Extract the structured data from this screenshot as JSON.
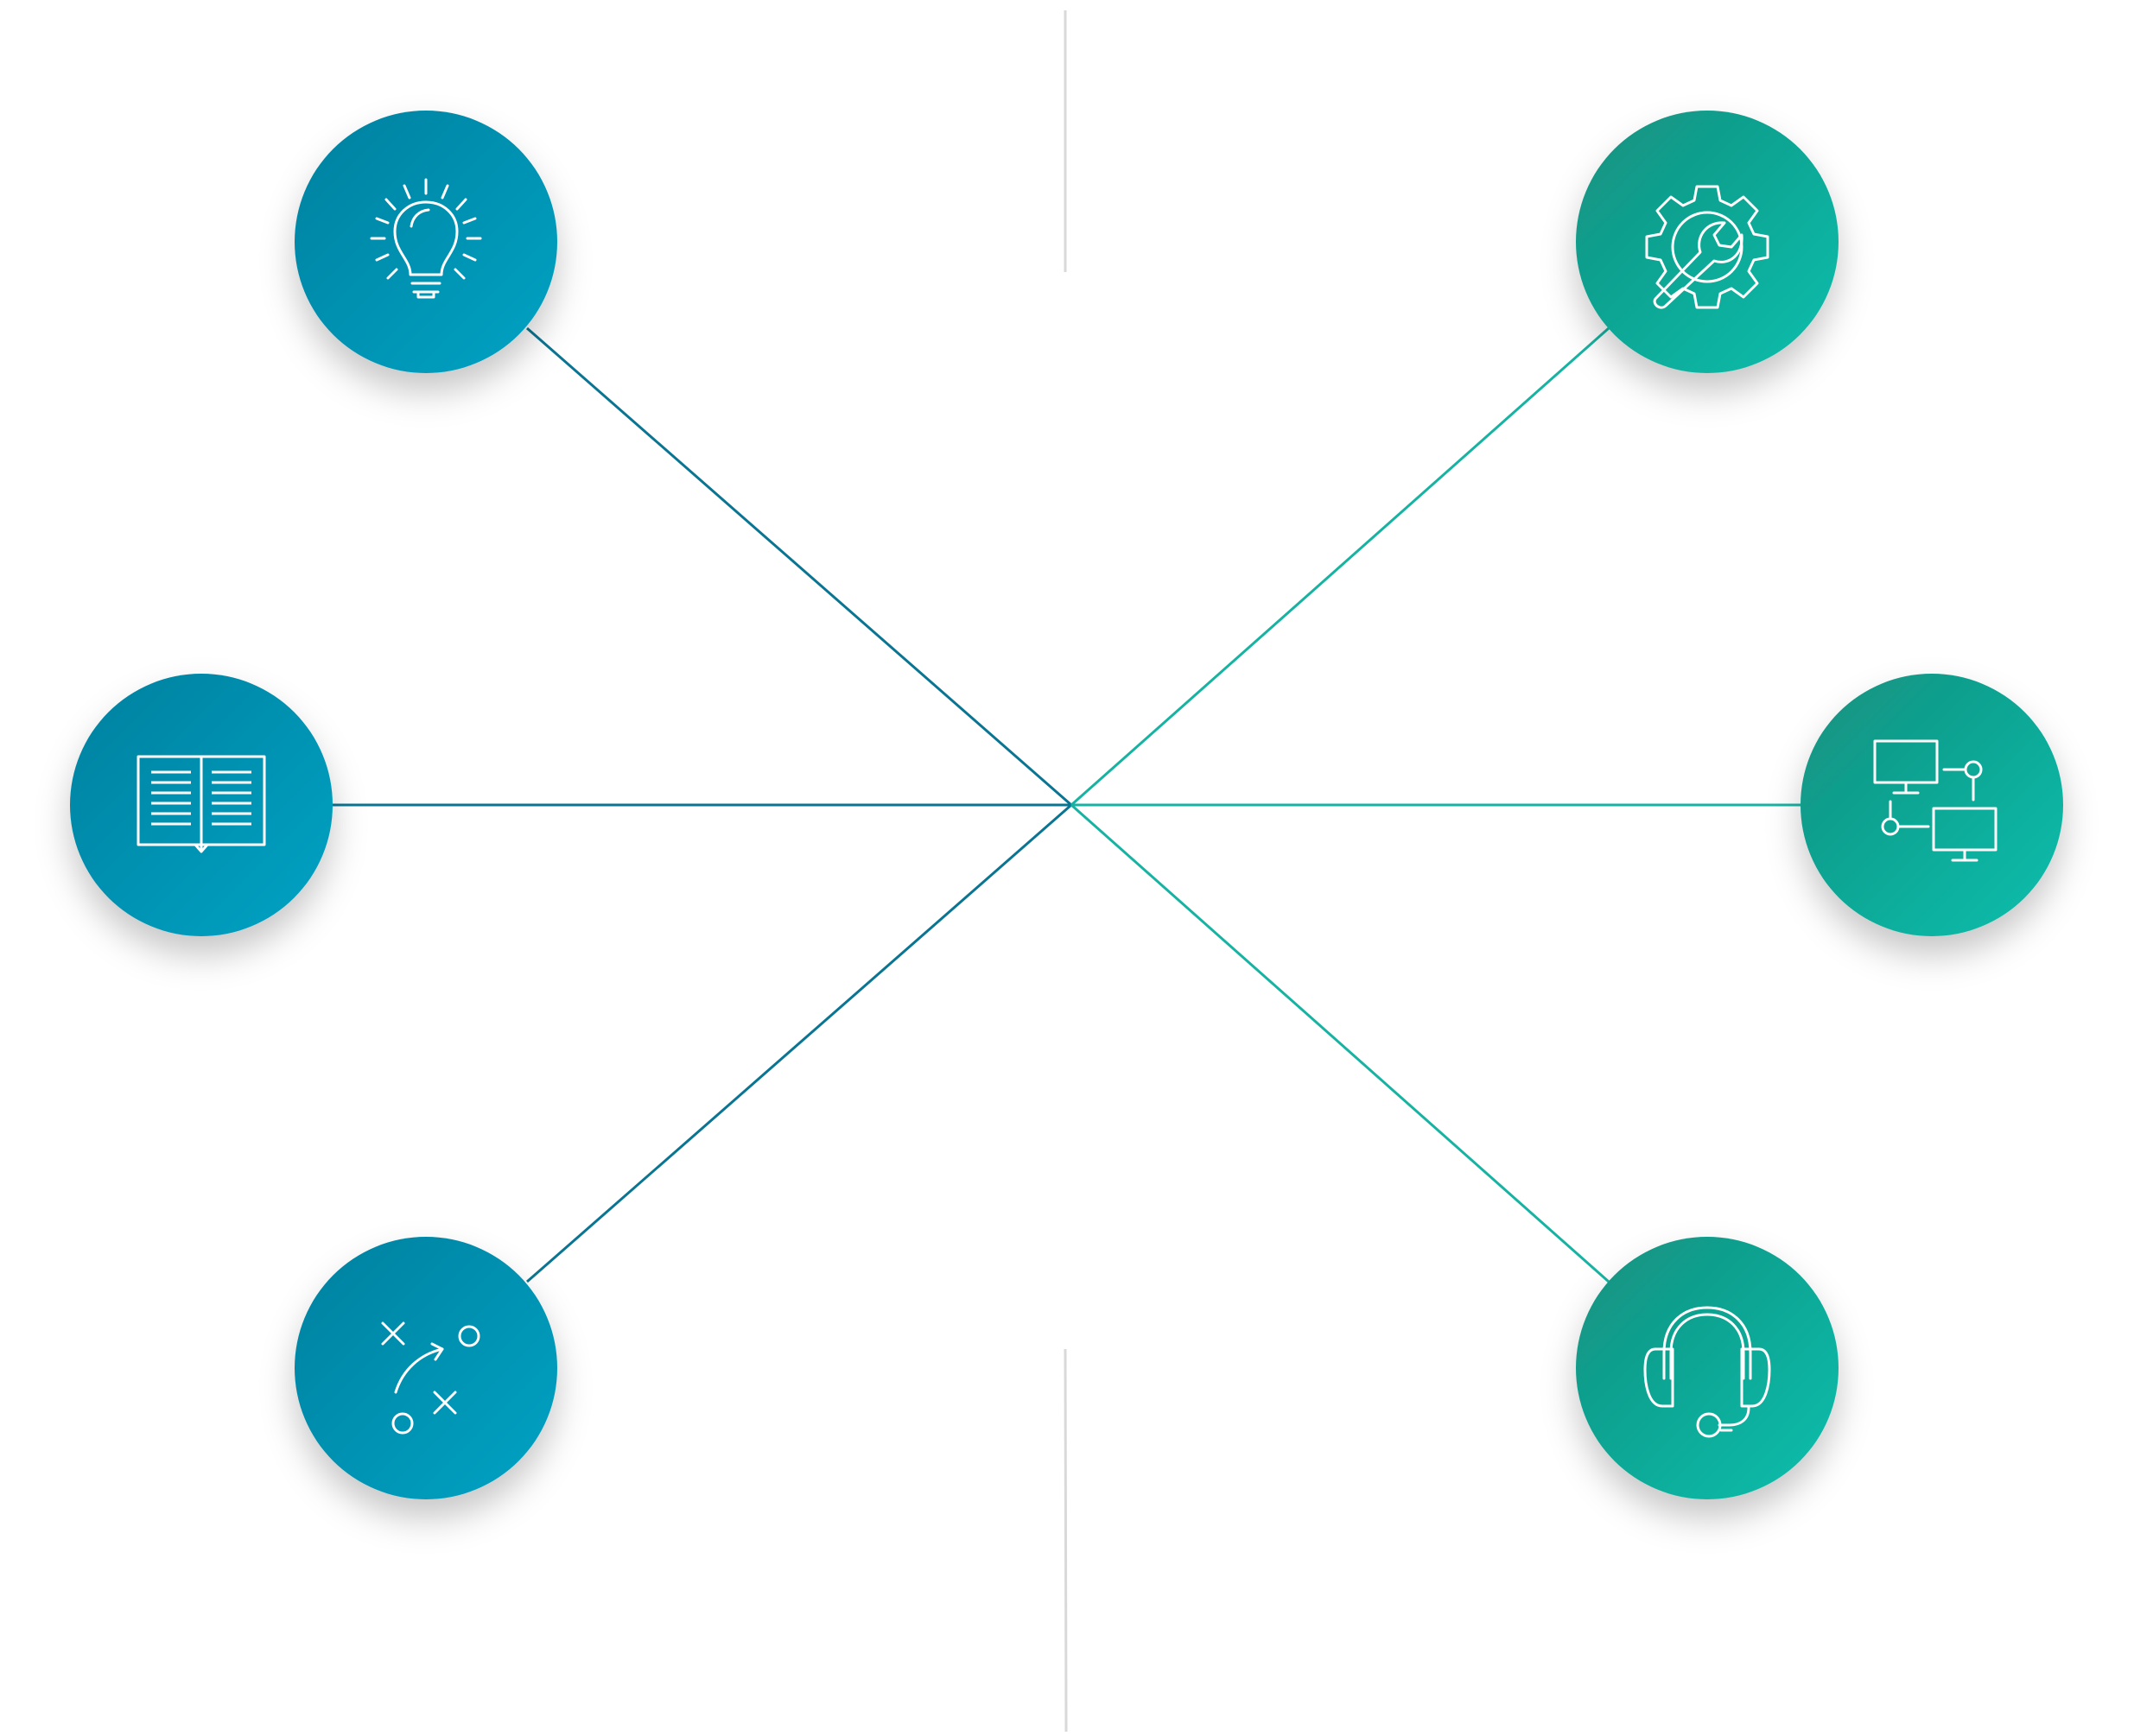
{
  "diagram": {
    "colors": {
      "blue_dark": "#05809f",
      "blue_light": "#03a3c4",
      "blue_line": "#0a7592",
      "teal_dark": "#14907f",
      "teal_light": "#0abfad",
      "teal_line": "#17b3a2",
      "divider": "#d9d9d9",
      "icon_stroke": "#ffffff"
    },
    "nodes": [
      {
        "id": "top-left",
        "icon": "lightbulb-icon",
        "group": "blue"
      },
      {
        "id": "mid-left",
        "icon": "open-book-icon",
        "group": "blue"
      },
      {
        "id": "bottom-left",
        "icon": "strategy-play-icon",
        "group": "blue"
      },
      {
        "id": "top-right",
        "icon": "gear-wrench-icon",
        "group": "teal"
      },
      {
        "id": "mid-right",
        "icon": "network-computers-icon",
        "group": "teal"
      },
      {
        "id": "bottom-right",
        "icon": "headset-icon",
        "group": "teal"
      }
    ]
  }
}
